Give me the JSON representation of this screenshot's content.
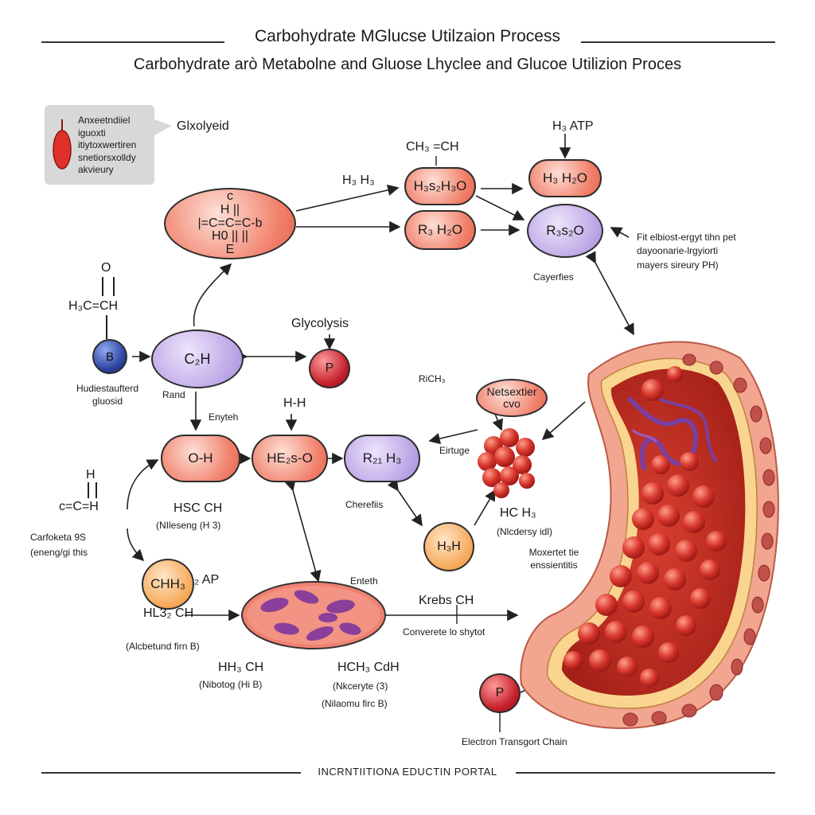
{
  "header": {
    "title": "Carbohydrate MGlucse Utilzaion Process",
    "subtitle": "Carbohydrate arò Metabolne and Gluose Lhyclee and Glucoe Utilizion Proces"
  },
  "callout": {
    "lines": [
      "Anxeetndiiel",
      "iguoxti",
      "itiytoxwertiren",
      "snetiorsxolldy",
      "akvieury"
    ],
    "tag": "Glxolyeid"
  },
  "nodes": {
    "top_left_molecule": {
      "lines": [
        "c",
        "H    ||",
        "|=C=C=C-b",
        "H0  ||   ||",
        "E"
      ]
    },
    "upper_mid_1": "H₃s₂H₃O",
    "upper_mid_2": "R₃ H₂O",
    "upper_right_1": "H₃ H₂O",
    "upper_right_2": "R₃s₂O",
    "c2h": "C₂H",
    "p_red_center": "P",
    "b_blue": "B",
    "oh": "O-H",
    "hf2s_o": "HE₂s-O",
    "r2h3": "R₂₁ H₃",
    "netsextier": [
      "Netsextier",
      "cvo"
    ],
    "hsh_bottom": "H₃H",
    "chh3_ap": "CHH₃",
    "p_bottom": "P"
  },
  "labels": {
    "ch3_ch": "CH₃ =CH",
    "h_atp": "H₃ ATP",
    "h3h_left": "H₃ H₃",
    "cayerfies": "Cayerfies",
    "right_note": [
      "Fit elbiost-ergyt tihn pet",
      "dayoonarie-lrgyiorti",
      "mayers sireury PH)"
    ],
    "aldehyde_h": "H₃C=CH",
    "aldehyde_o": "O",
    "hudies": [
      "Hudiestaufterd",
      "gluosid"
    ],
    "glycolysis": "Glycolysis",
    "rich3": "RiCH₃",
    "rand": "Rand",
    "enyteh": "Enyteh",
    "hh": "H-H",
    "eirtuge": "Eirtuge",
    "cherefiis": "Cherefiis",
    "hsc_ch_left": "HSC CH",
    "niilesteng": "(NIleseng (H 3)",
    "hc_h3_right": "HC H₃",
    "nilders": "(Nlcdersy idl)",
    "moxertet": [
      "Moxertet tie",
      "enssientitis"
    ],
    "h_left": "H",
    "c_ch": "c=C=H",
    "carfoketa": [
      "Carfoketa 9S",
      "(eneng/gi this"
    ],
    "ap": "₂ AP",
    "hl3_ch": "HL3₂ CH",
    "albeuind": "(Alcbetund firn B)",
    "enteth": "Enteth",
    "krebs": "Krebs CH",
    "converte": "Converete lo shytot",
    "hh3_ch": "HH₃ CH",
    "nibotog": "(Nibotog (Hi B)",
    "hch_ch": "HCH₃ CdH",
    "nkceryte": "(Nkceryte (3)",
    "nileamu": "(Nilaomu firc B)",
    "electron": "Electron Transgort Chain"
  },
  "footer": {
    "text": "INCRNTIITIONA EDUCTIN PORTAL"
  },
  "colors": {
    "node_red": "#f1806b",
    "node_purple": "#b9a2e4",
    "node_orange": "#f5a24e",
    "vessel_wall": "#f2a58f",
    "blood_cell": "#d83a30",
    "accent_purple": "#7a3fa0"
  }
}
